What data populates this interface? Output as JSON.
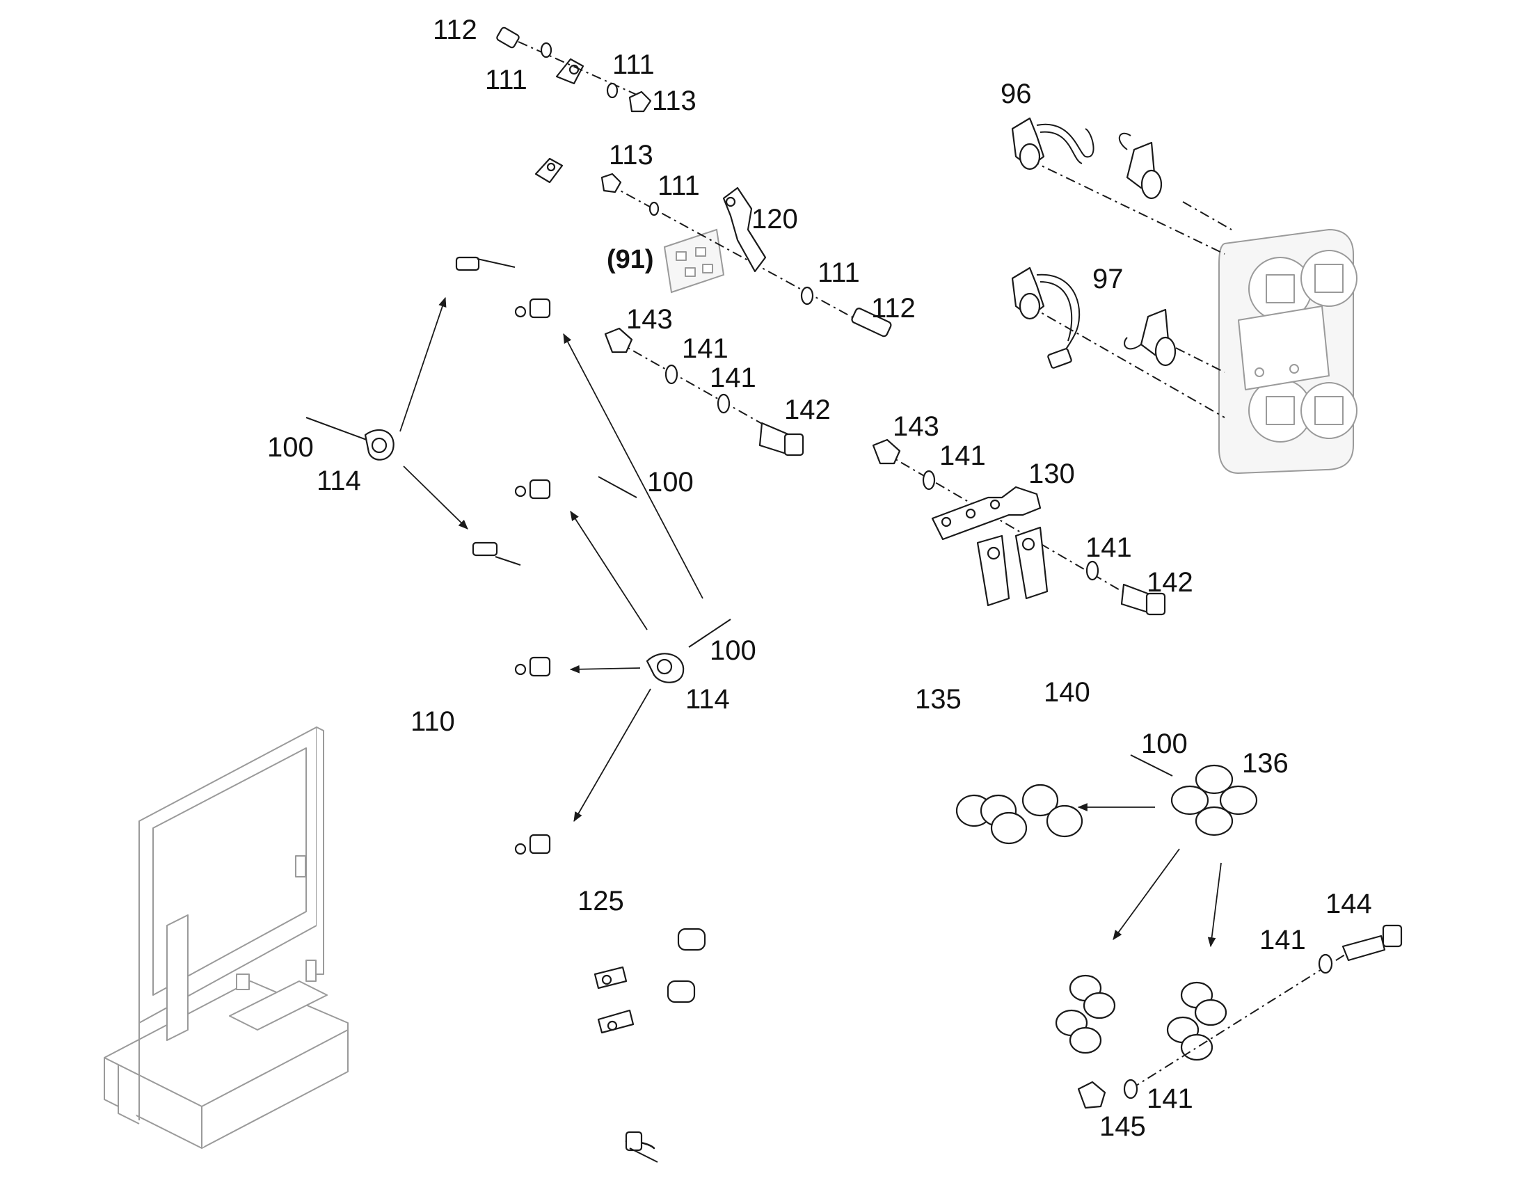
{
  "callouts": [
    {
      "id": "c112a",
      "text": "112"
    },
    {
      "id": "c111a",
      "text": "111"
    },
    {
      "id": "c111b",
      "text": "111"
    },
    {
      "id": "c113a",
      "text": "113"
    },
    {
      "id": "c113b",
      "text": "113"
    },
    {
      "id": "c111c",
      "text": "111"
    },
    {
      "id": "c120",
      "text": "120"
    },
    {
      "id": "c91",
      "text": "(91)"
    },
    {
      "id": "c111d",
      "text": "111"
    },
    {
      "id": "c112b",
      "text": "112"
    },
    {
      "id": "c143a",
      "text": "143"
    },
    {
      "id": "c141a",
      "text": "141"
    },
    {
      "id": "c141b",
      "text": "141"
    },
    {
      "id": "c142a",
      "text": "142"
    },
    {
      "id": "c100a",
      "text": "100"
    },
    {
      "id": "c114a",
      "text": "114"
    },
    {
      "id": "c100b",
      "text": "100"
    },
    {
      "id": "c100c",
      "text": "100"
    },
    {
      "id": "c114b",
      "text": "114"
    },
    {
      "id": "c110",
      "text": "110"
    },
    {
      "id": "c125",
      "text": "125"
    },
    {
      "id": "c96",
      "text": "96"
    },
    {
      "id": "c97",
      "text": "97"
    },
    {
      "id": "c143b",
      "text": "143"
    },
    {
      "id": "c141c",
      "text": "141"
    },
    {
      "id": "c130",
      "text": "130"
    },
    {
      "id": "c141d",
      "text": "141"
    },
    {
      "id": "c142b",
      "text": "142"
    },
    {
      "id": "c135",
      "text": "135"
    },
    {
      "id": "c140",
      "text": "140"
    },
    {
      "id": "c100d",
      "text": "100"
    },
    {
      "id": "c136",
      "text": "136"
    },
    {
      "id": "c144",
      "text": "144"
    },
    {
      "id": "c141e",
      "text": "141"
    },
    {
      "id": "c141f",
      "text": "141"
    },
    {
      "id": "c145",
      "text": "145"
    }
  ]
}
